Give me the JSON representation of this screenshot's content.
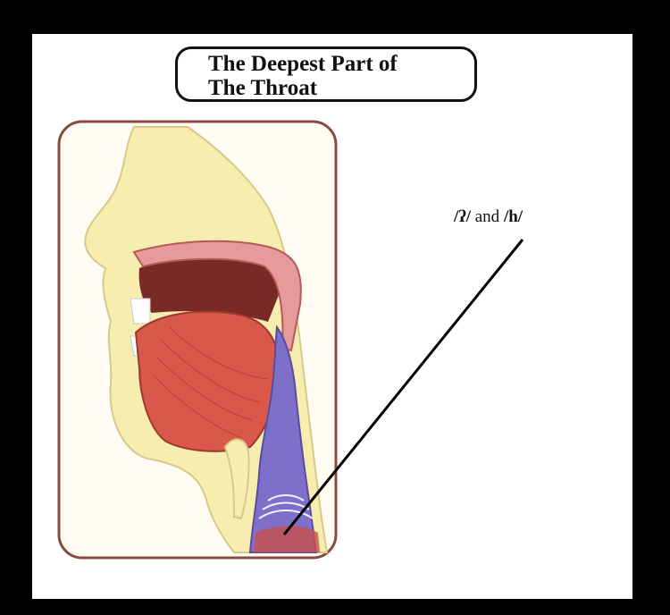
{
  "title": {
    "line1": "The Deepest Part of",
    "line2": "The Throat"
  },
  "label": {
    "sound1": "/ʔ/",
    "connector": "and",
    "sound2": "/h/"
  },
  "colors": {
    "frame": "#000000",
    "skin": "#f6edae",
    "skin_outline": "#d8c98a",
    "oral_cavity": "#7a2a24",
    "tongue": "#d9584a",
    "pharynx": "#7e6fc8",
    "card_border": "#8a4a40"
  }
}
